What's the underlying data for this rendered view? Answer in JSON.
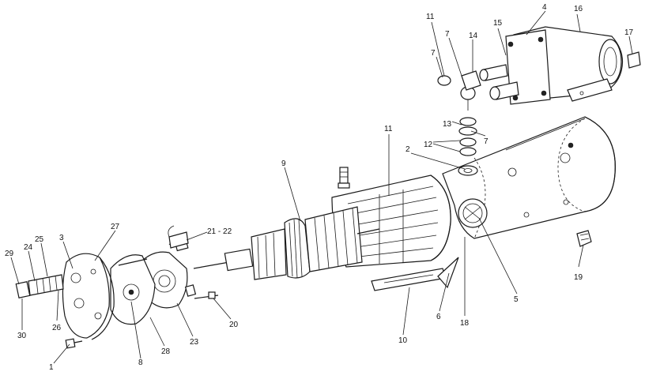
{
  "diagram": {
    "callouts": [
      {
        "id": "c1",
        "text": "1"
      },
      {
        "id": "c2",
        "text": "2"
      },
      {
        "id": "c3",
        "text": "3"
      },
      {
        "id": "c4",
        "text": "4"
      },
      {
        "id": "c5",
        "text": "5"
      },
      {
        "id": "c6",
        "text": "6"
      },
      {
        "id": "c7a",
        "text": "7"
      },
      {
        "id": "c7b",
        "text": "7"
      },
      {
        "id": "c7c",
        "text": "7"
      },
      {
        "id": "c8",
        "text": "8"
      },
      {
        "id": "c9",
        "text": "9"
      },
      {
        "id": "c10",
        "text": "10"
      },
      {
        "id": "c11a",
        "text": "11"
      },
      {
        "id": "c11b",
        "text": "11"
      },
      {
        "id": "c12",
        "text": "12"
      },
      {
        "id": "c13",
        "text": "13"
      },
      {
        "id": "c14",
        "text": "14"
      },
      {
        "id": "c15",
        "text": "15"
      },
      {
        "id": "c16",
        "text": "16"
      },
      {
        "id": "c17",
        "text": "17"
      },
      {
        "id": "c18",
        "text": "18"
      },
      {
        "id": "c19",
        "text": "19"
      },
      {
        "id": "c20",
        "text": "20"
      },
      {
        "id": "c21",
        "text": "21 - 22"
      },
      {
        "id": "c23",
        "text": "23"
      },
      {
        "id": "c24",
        "text": "24"
      },
      {
        "id": "c25",
        "text": "25"
      },
      {
        "id": "c26",
        "text": "26"
      },
      {
        "id": "c27",
        "text": "27"
      },
      {
        "id": "c28",
        "text": "28"
      },
      {
        "id": "c29",
        "text": "29"
      },
      {
        "id": "c30",
        "text": "30"
      }
    ]
  }
}
